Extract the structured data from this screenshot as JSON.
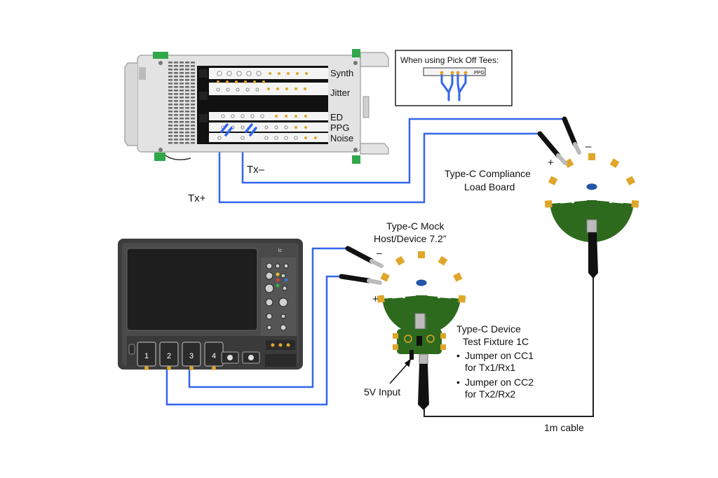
{
  "instrument": {
    "modules": [
      "Synth",
      "Jitter",
      "ED",
      "PPG",
      "Noise"
    ]
  },
  "labels": {
    "tx_minus": "Tx–",
    "tx_plus": "Tx+",
    "compliance_board": [
      "Type-C Compliance",
      "Load Board"
    ],
    "mock_board": [
      "Type-C Mock",
      "Host/Device 7.2”"
    ],
    "fixture": [
      "Type-C Device",
      "Test Fixture 1C"
    ],
    "fixture_notes": [
      [
        "Jumper on CC1",
        "for Tx1/Rx1"
      ],
      [
        "Jumper on CC2",
        "for Tx2/Rx2"
      ]
    ],
    "five_v": "5V Input",
    "cable": "1m cable",
    "plus": "+",
    "minus": "–"
  },
  "pick_off": {
    "title": "When using Pick Off Tees:",
    "tag": "PPG"
  },
  "scope": {
    "channels": [
      "1",
      "2",
      "3",
      "4"
    ],
    "brand": "lc"
  },
  "colors": {
    "cable": "#3366ee",
    "pcb": "#2d6a1e",
    "connector": "#e0a62a",
    "instrument_frame": "#e3e3e3",
    "scope_body": "#3d3d3d",
    "scope_screen": "#1e1e1e"
  }
}
